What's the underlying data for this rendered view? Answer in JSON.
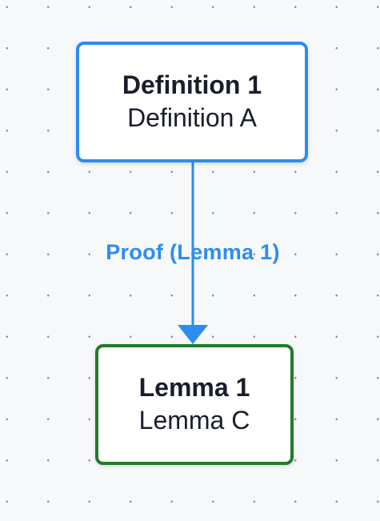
{
  "diagram": {
    "nodes": [
      {
        "title": "Definition 1",
        "subtitle": "Definition A",
        "border_color": "#2d8cf0"
      },
      {
        "title": "Lemma 1",
        "subtitle": "Lemma C",
        "border_color": "#237a2b"
      }
    ],
    "edges": [
      {
        "label": "Proof (Lemma 1)",
        "color": "#2d8cf0"
      }
    ]
  },
  "colors": {
    "background": "#f7f8fa",
    "grid_dot": "#8a8f98",
    "text": "#1a1d2b"
  }
}
